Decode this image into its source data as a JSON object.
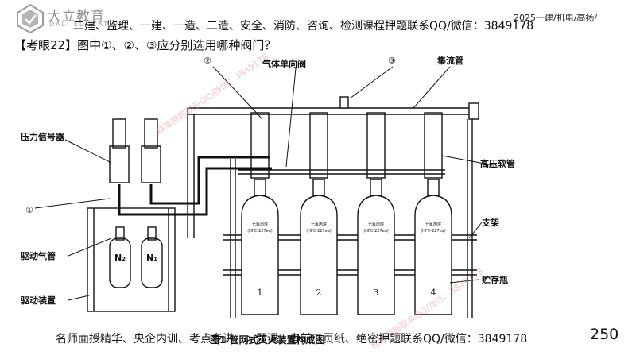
{
  "header": {
    "brand": "大立教育",
    "brand_sub": "DALI EDUCATION",
    "promo_line": "二建、监理、一建、一造、二造、安全、消防、咨询、检测课程押题联系QQ/微信：3849178",
    "course_tag": "2025一建/机电/高扬/"
  },
  "question": "【考眼22】图中①、②、③应分别选用哪种阀门？",
  "diagram": {
    "labels": {
      "marker2": "②",
      "marker3": "③",
      "marker1": "①",
      "gas_check_valve": "气体单向阀",
      "manifold": "集流管",
      "pressure_switch": "压力信号器",
      "high_pressure_hose": "高压软管",
      "drive_gas_pipe": "驱动气管",
      "support": "支架",
      "storage_bottle": "贮存瓶",
      "drive_device": "驱动装置",
      "n2": "N₂",
      "n1": "N₁"
    },
    "cylinder_label_line1": "七氟丙烷",
    "cylinder_label_line2": "(HFC-227ea)",
    "cylinder_numbers": [
      "1",
      "2",
      "3",
      "4"
    ],
    "figure_caption": "图1 管网式灭火装置构成图",
    "watermark": "精准押题联系QQ/微信：3849178"
  },
  "footer": {
    "text": "名师面授精华、央企内训、考点专讲、习题课、考前三页纸、绝密押题联系QQ/微信：3849178",
    "page_number": "250"
  },
  "colors": {
    "ink": "#111111",
    "watermark": "#e6a0a0",
    "logo": "#8f8f8f"
  }
}
